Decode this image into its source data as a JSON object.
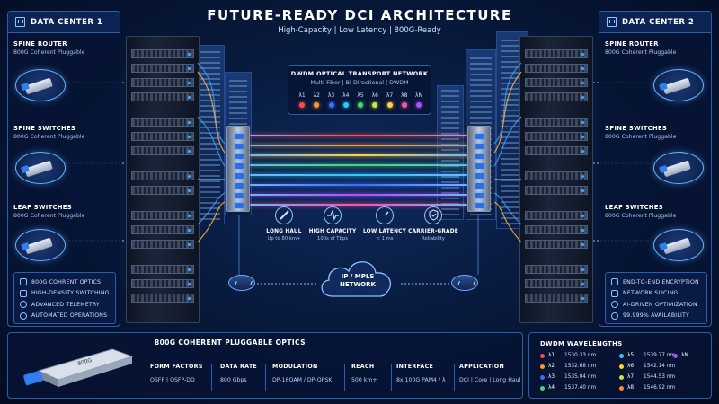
{
  "title": "FUTURE-READY DCI ARCHITECTURE",
  "subtitle": "High-Capacity | Low Latency | 800G-Ready",
  "left_dc": {
    "name": "DATA CENTER 1",
    "tiers": [
      {
        "title": "SPINE ROUTER",
        "sub": "800G Coherent Pluggable"
      },
      {
        "title": "SPINE SWITCHES",
        "sub": "800G Coherent Pluggable"
      },
      {
        "title": "LEAF SWITCHES",
        "sub": "800G Coherent Pluggable"
      }
    ],
    "features": [
      "800G COHRENT OPTICS",
      "HIGH-DENSITY SWITCHING",
      "ADVANCED TELEMETRY",
      "AUTOMATED OPERATIONS"
    ]
  },
  "right_dc": {
    "name": "DATA CENTER 2",
    "tiers": [
      {
        "title": "SPINE ROUTER",
        "sub": "800G Coherent Pluggable"
      },
      {
        "title": "SPINE SWITCHES",
        "sub": "800G Coherent Pluggable"
      },
      {
        "title": "LEAF SWITCHES",
        "sub": "800G Coherent Pluggable"
      }
    ],
    "features": [
      "END-TO-END ENCRYPTION",
      "NETWORK SLICING",
      "AI-DRIVEN OPTIMIZATION",
      "99.999% AVAILABILITY"
    ]
  },
  "dwdm": {
    "title": "DWDM OPTICAL TRANSPORT NETWORK",
    "sub": "Multi-Fiber | Bi-Directional | DWDM",
    "lambdas": [
      {
        "label": "λ1",
        "color": "#ff4a4a"
      },
      {
        "label": "λ2",
        "color": "#ff9a2e"
      },
      {
        "label": "λ3",
        "color": "#3b6bff"
      },
      {
        "label": "λ4",
        "color": "#2fc8ff"
      },
      {
        "label": "λ5",
        "color": "#43d86b"
      },
      {
        "label": "λ6",
        "color": "#c8e83a"
      },
      {
        "label": "λ7",
        "color": "#ffd23a"
      },
      {
        "label": "λ8",
        "color": "#ff4fa8"
      },
      {
        "label": "λN",
        "color": "#b04bff"
      }
    ]
  },
  "kpis": [
    {
      "title": "LONG HAUL",
      "sub": "Up to 80 km+",
      "icon": "ruler-icon"
    },
    {
      "title": "HIGH CAPACITY",
      "sub": "100s of Tbps",
      "icon": "pulse-icon"
    },
    {
      "title": "LOW LATENCY",
      "sub": "< 1 ms",
      "icon": "gauge-icon"
    },
    {
      "title": "CARRIER-GRADE",
      "sub": "Reliability",
      "icon": "shield-icon"
    }
  ],
  "cloud": {
    "line1": "IP / MPLS",
    "line2": "NETWORK"
  },
  "optics": {
    "title": "800G COHERENT PLUGGABLE OPTICS",
    "module_label": "800G",
    "specs": [
      {
        "h": "FORM FACTORS",
        "v": "OSFP | QSFP-DD"
      },
      {
        "h": "DATA RATE",
        "v": "800 Gbps"
      },
      {
        "h": "MODULATION",
        "v": "DP-16QAM / DP-QPSK"
      },
      {
        "h": "REACH",
        "v": "500 km+"
      },
      {
        "h": "INTERFACE",
        "v": "8x 100G PAM4 / λ"
      },
      {
        "h": "APPLICATION",
        "v": "DCI | Core | Long Haul"
      }
    ]
  },
  "wavelengths": {
    "title": "DWDM WAVELENGTHS",
    "items": [
      {
        "n": "λ1",
        "v": "1530.33 nm",
        "color": "#ff4a4a"
      },
      {
        "n": "λ2",
        "v": "1532.68 nm",
        "color": "#ff9a2e"
      },
      {
        "n": "λ3",
        "v": "1535.04 nm",
        "color": "#3b6bff"
      },
      {
        "n": "λ4",
        "v": "1537.40 nm",
        "color": "#43d86b"
      },
      {
        "n": "λ5",
        "v": "1539.77 nm",
        "color": "#2fc8ff"
      },
      {
        "n": "λ6",
        "v": "1542.14 nm",
        "color": "#ffd23a"
      },
      {
        "n": "λ7",
        "v": "1544.53 nm",
        "color": "#c8e83a"
      },
      {
        "n": "λ8",
        "v": "1546.92 nm",
        "color": "#ff8a3a"
      },
      {
        "n": "λN",
        "v": "",
        "color": "#b04bff"
      }
    ]
  }
}
